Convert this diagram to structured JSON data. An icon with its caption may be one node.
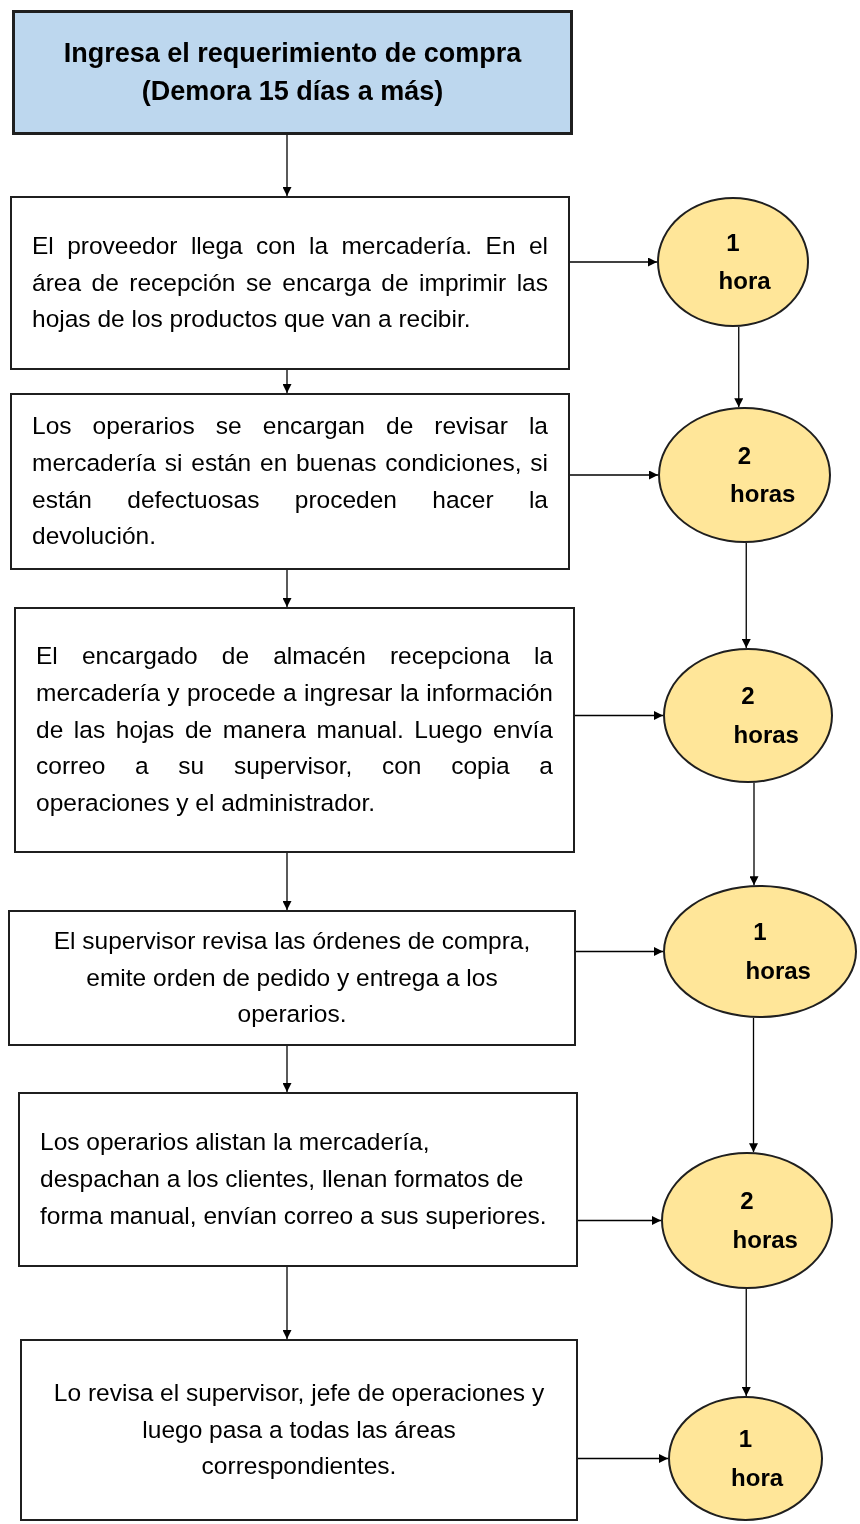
{
  "diagram": {
    "nodes": [
      {
        "text": [
          "Ingresa el requerimiento de compra (Demora 15 días a más)"
        ]
      },
      {
        "text": [
          "El proveedor llega con la mercadería. En el área de recepción se encarga de imprimir las hojas de los productos que van a recibir."
        ]
      },
      {
        "text": [
          "1 hora"
        ]
      },
      {
        "text": [
          "Los operarios se encargan de revisar la mercadería si están en buenas condiciones, si están defectuosas proceden hacer la devolución."
        ]
      },
      {
        "text": [
          "2 horas"
        ]
      },
      {
        "text": [
          "El encargado de almacén recepciona la mercadería y procede a ingresar la información de las hojas de manera manual. Luego envía correo a su supervisor, con copia a operaciones y el administrador."
        ]
      },
      {
        "text": [
          "2 horas"
        ]
      },
      {
        "text": [
          "El supervisor revisa las órdenes de compra, emite orden de pedido y entrega a los operarios."
        ]
      },
      {
        "text": [
          "1 horas"
        ]
      },
      {
        "text": [
          "Los operarios alistan la mercadería, despachan a los clientes, llenan formatos de forma manual, envían correo a sus superiores."
        ]
      },
      {
        "text": [
          "2 horas"
        ]
      },
      {
        "text": [
          "Lo revisa el supervisor, jefe de operaciones y luego pasa a todas las áreas correspondientes."
        ]
      },
      {
        "text": [
          "1 hora"
        ]
      }
    ],
    "edges": [
      {
        "from": 0,
        "to": 1,
        "arrow": "to"
      },
      {
        "from": 1,
        "to": 2,
        "arrow": "to"
      },
      {
        "from": 1,
        "to": 3,
        "arrow": "to"
      },
      {
        "from": 2,
        "to": 4,
        "arrow": "to"
      },
      {
        "from": 3,
        "to": 4,
        "arrow": "to"
      },
      {
        "from": 3,
        "to": 5,
        "arrow": "to"
      },
      {
        "from": 4,
        "to": 6,
        "arrow": "to"
      },
      {
        "from": 5,
        "to": 6,
        "arrow": "to"
      },
      {
        "from": 5,
        "to": 7,
        "arrow": "to"
      },
      {
        "from": 6,
        "to": 8,
        "arrow": "to"
      },
      {
        "from": 7,
        "to": 8,
        "arrow": "to"
      },
      {
        "from": 7,
        "to": 9,
        "arrow": "to"
      },
      {
        "from": 8,
        "to": 10,
        "arrow": "to"
      },
      {
        "from": 9,
        "to": 10,
        "arrow": "to"
      },
      {
        "from": 9,
        "to": 11,
        "arrow": "to"
      },
      {
        "from": 10,
        "to": 12,
        "arrow": "to"
      },
      {
        "from": 11,
        "to": 12,
        "arrow": "to"
      }
    ]
  }
}
